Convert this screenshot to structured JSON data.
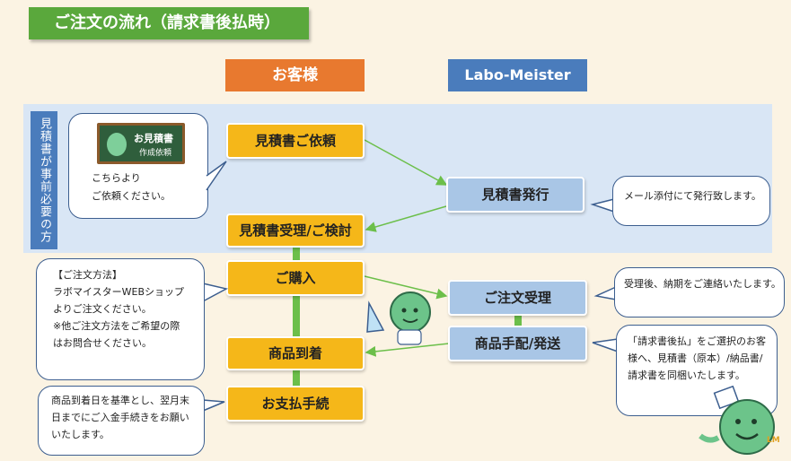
{
  "title": "ご注文の流れ（請求書後払時）",
  "headers": {
    "customer": "お客様",
    "company": "Labo-Meister"
  },
  "side_label": "見積書が事前必要の方",
  "steps": {
    "quote_request": "見積書ご依頼",
    "quote_issue": "見積書発行",
    "quote_receive": "見積書受理/ご検討",
    "purchase": "ご購入",
    "order_receive": "ご注文受理",
    "ship": "商品手配/発送",
    "arrival": "商品到着",
    "payment": "お支払手続"
  },
  "quote_card": {
    "line1": "お見積書",
    "line2": "作成依頼"
  },
  "notes": {
    "quote_bubble": [
      "こちらより",
      "ご依頼ください。"
    ],
    "email": "メール添付にて発行致します。",
    "order_method": [
      "【ご注文方法】",
      "ラボマイスターWEBショップ",
      "よりご注文ください。",
      "※他ご注文方法をご希望の際",
      "はお問合せください。"
    ],
    "order_confirm": "受理後、納期をご連絡いたします。",
    "ship_note": [
      "「請求書後払」をご選択のお客",
      "様へ、見積書（原本）/納品書/",
      "請求書を同梱いたします。"
    ],
    "payment_note": [
      "商品到着日を基準とし、翌月末",
      "日までにご入金手続きをお願い",
      "いたします。"
    ]
  },
  "mascot_badge": "LM",
  "colors": {
    "green": "#5aa83c",
    "orange": "#e8792f",
    "blue": "#4a7cbc",
    "yellow": "#f5b719",
    "lightblue": "#a9c6e6"
  }
}
